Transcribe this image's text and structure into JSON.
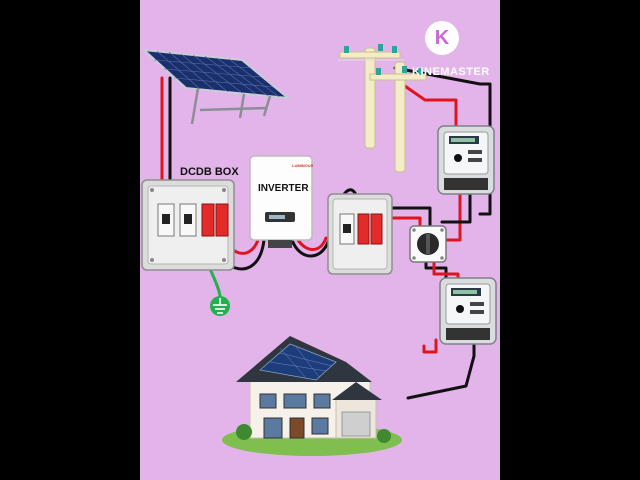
{
  "labels": {
    "dcdb_box": "DCDB BOX",
    "inverter": "INVERTER",
    "inverter_brand": "LUMINOUS"
  },
  "watermark": {
    "logo_glyph": "K",
    "text": "KINEMASTER"
  },
  "colors": {
    "background": "#e3b4ea",
    "letterbox": "#000000",
    "wire_positive": "#e0141e",
    "wire_negative": "#111111",
    "earth": "#22b14c"
  },
  "icons": {
    "solar_panel": "solar-panel-icon",
    "utility_pole": "utility-pole-icon",
    "energy_meter": "energy-meter-icon",
    "changeover_switch": "changeover-switch-icon",
    "earth": "earth-ground-icon",
    "house": "house-icon"
  }
}
